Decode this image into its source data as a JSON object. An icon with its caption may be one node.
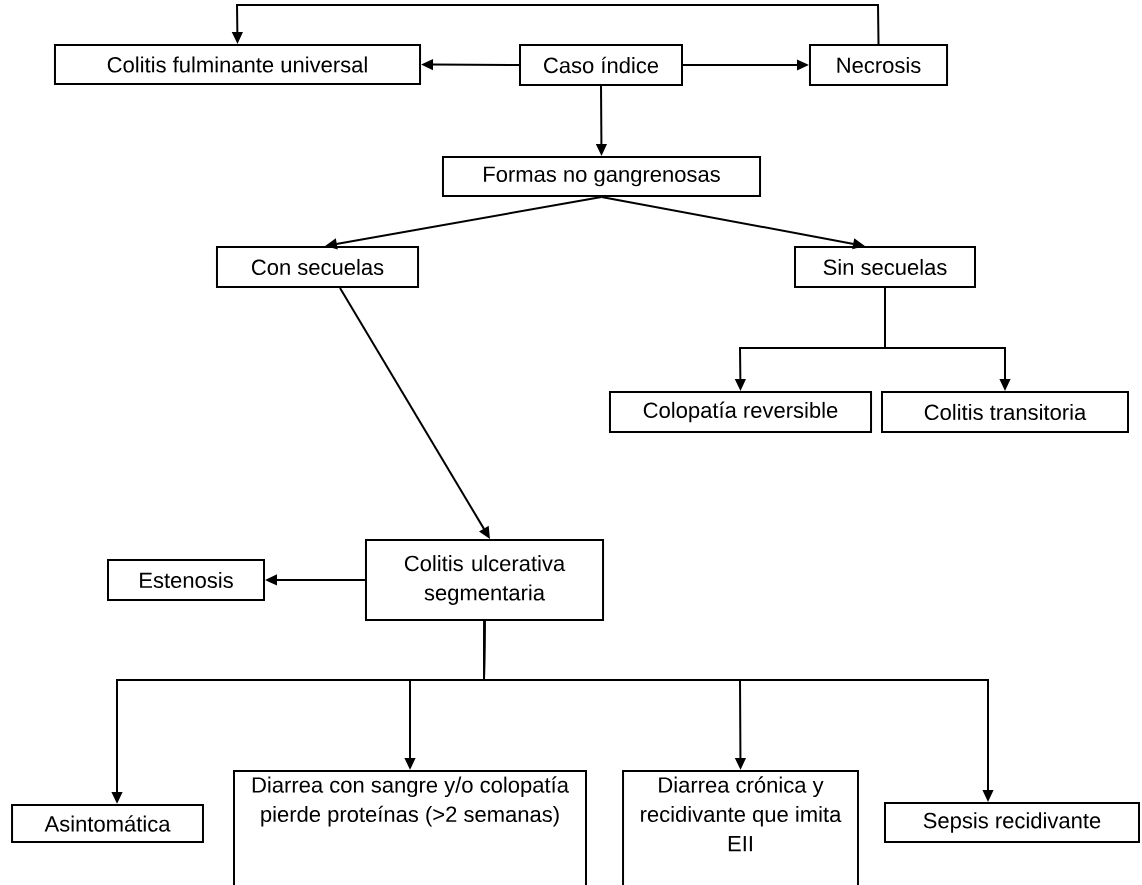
{
  "diagram": {
    "nodes": [
      {
        "text": [
          "Caso índice"
        ]
      },
      {
        "text": [
          "Colitis fulminante universal"
        ]
      },
      {
        "text": [
          "Necrosis"
        ]
      },
      {
        "text": [
          "Formas no gangrenosas"
        ]
      },
      {
        "text": [
          "Con secuelas"
        ]
      },
      {
        "text": [
          "Sin secuelas"
        ]
      },
      {
        "text": [
          "Colopatía reversible"
        ]
      },
      {
        "text": [
          "Colitis transitoria"
        ]
      },
      {
        "text": [
          "Colitis ulcerativa segmentaria"
        ]
      },
      {
        "text": [
          "Estenosis"
        ]
      },
      {
        "text": [
          "Asintomática"
        ]
      },
      {
        "text": [
          "Diarrea con sangre y/o colopatía pierde proteínas (>2 semanas)"
        ]
      },
      {
        "text": [
          "Diarrea crónica y recidivante que imita EII"
        ]
      },
      {
        "text": [
          "Sepsis recidivante"
        ]
      }
    ],
    "edges": [
      {
        "from": 0,
        "to": 1,
        "arrow": "to"
      },
      {
        "from": 0,
        "to": 2,
        "arrow": "to"
      },
      {
        "from": 2,
        "to": 1,
        "arrow": "to"
      },
      {
        "from": 0,
        "to": 3,
        "arrow": "to"
      },
      {
        "from": 3,
        "to": 4,
        "arrow": "to"
      },
      {
        "from": 3,
        "to": 5,
        "arrow": "to"
      },
      {
        "from": 5,
        "to": 6,
        "arrow": "to"
      },
      {
        "from": 5,
        "to": 7,
        "arrow": "to"
      },
      {
        "from": 4,
        "to": 8,
        "arrow": "to"
      },
      {
        "from": 8,
        "to": 9,
        "arrow": "to"
      },
      {
        "from": 8,
        "to": 10,
        "arrow": "to"
      },
      {
        "from": 8,
        "to": 11,
        "arrow": "to"
      },
      {
        "from": 8,
        "to": 12,
        "arrow": "to"
      },
      {
        "from": 8,
        "to": 13,
        "arrow": "to"
      }
    ]
  }
}
